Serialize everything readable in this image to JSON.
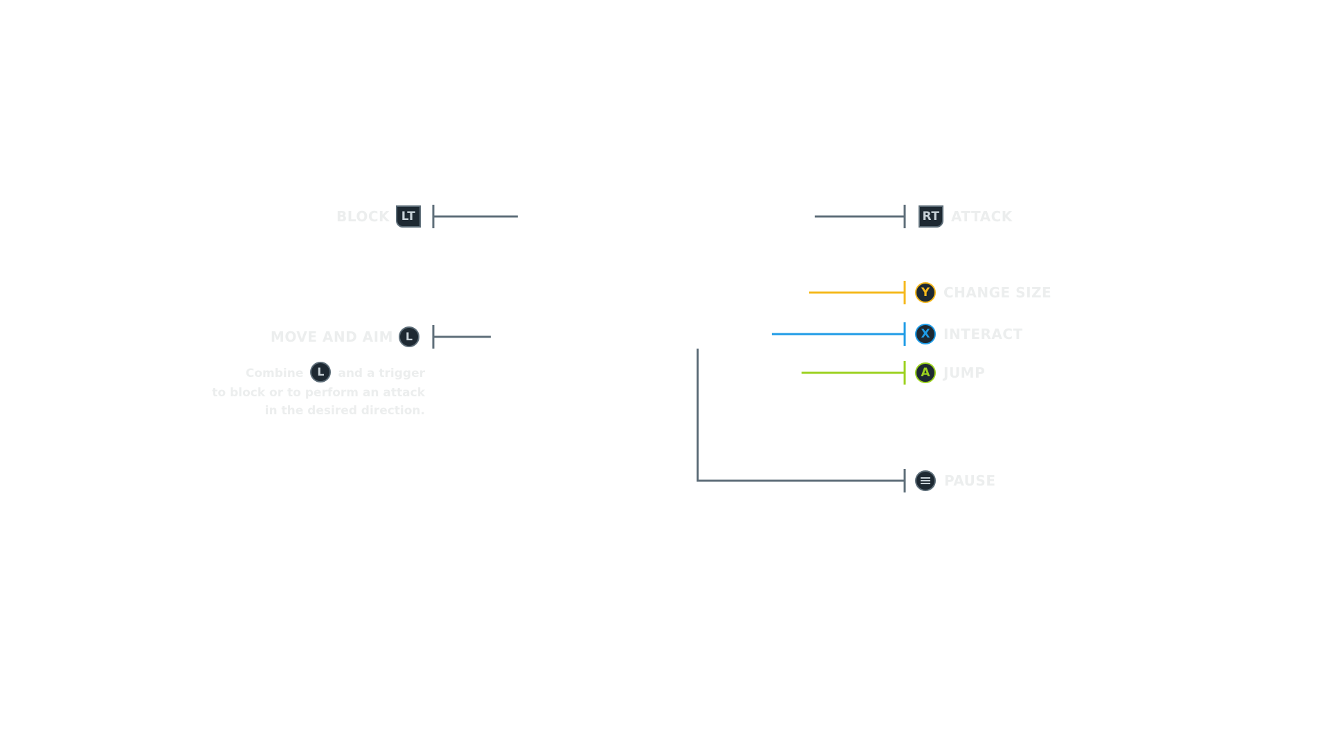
{
  "colors": {
    "background": "#ffffff",
    "connector": "#5d6d78",
    "label": "#eceeee",
    "button_face": "#1e2932",
    "y_button": "#f5b81c",
    "x_button": "#1e9be6",
    "a_button": "#9bd11e"
  },
  "controls": {
    "block": {
      "label": "BLOCK",
      "button": "LT",
      "icon": "left-trigger-icon"
    },
    "attack": {
      "label": "ATTACK",
      "button": "RT",
      "icon": "right-trigger-icon"
    },
    "move_and_aim": {
      "label": "MOVE AND AIM",
      "button": "L",
      "icon": "left-stick-icon"
    },
    "change_size": {
      "label": "CHANGE SIZE",
      "button": "Y",
      "icon": "y-button-icon"
    },
    "interact": {
      "label": "INTERACT",
      "button": "X",
      "icon": "x-button-icon"
    },
    "jump": {
      "label": "JUMP",
      "button": "A",
      "icon": "a-button-icon"
    },
    "pause": {
      "label": "PAUSE",
      "icon": "menu-button-icon"
    }
  },
  "note": {
    "line1_before": "Combine",
    "stick": "L",
    "line1_after": "and a trigger",
    "line2": "to block or to perform an attack",
    "line3": "in the desired direction."
  }
}
